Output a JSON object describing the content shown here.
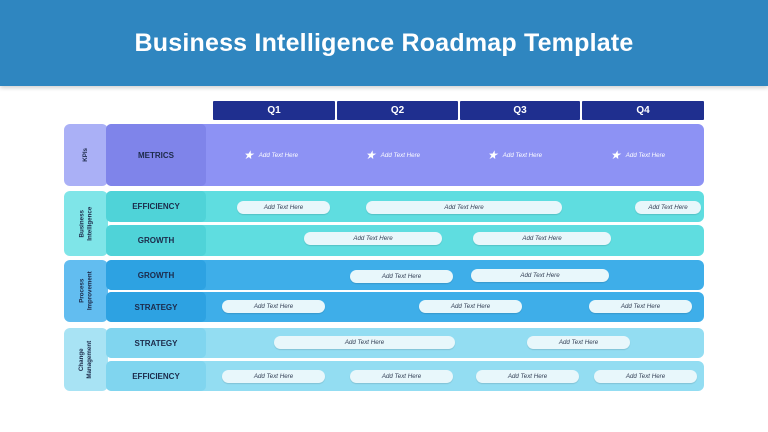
{
  "title": "Business Intelligence Roadmap Template",
  "quarters": [
    "Q1",
    "Q2",
    "Q3",
    "Q4"
  ],
  "groups": [
    {
      "label": "KPIs"
    },
    {
      "label_line1": "Business",
      "label_line2": "Intelligence"
    },
    {
      "label_line1": "Process",
      "label_line2": "Improvement"
    },
    {
      "label_line1": "Change",
      "label_line2": "Management"
    }
  ],
  "rows": {
    "metrics": {
      "label": "METRICS",
      "items": [
        "Add Text Here",
        "Add Text Here",
        "Add Text Here",
        "Add Text Here"
      ]
    },
    "bi_efficiency": {
      "label": "EFFICIENCY",
      "items": [
        "Add Text Here",
        "Add Text Here",
        "Add Text Here"
      ]
    },
    "bi_growth": {
      "label": "GROWTH",
      "items": [
        "Add Text Here",
        "Add Text Here"
      ]
    },
    "pi_growth": {
      "label": "GROWTH",
      "items": [
        "Add Text Here",
        "Add Text Here"
      ]
    },
    "pi_strategy": {
      "label": "STRATEGY",
      "items": [
        "Add Text Here",
        "Add Text Here",
        "Add Text Here"
      ]
    },
    "cm_strategy": {
      "label": "STRATEGY",
      "items": [
        "Add Text Here",
        "Add Text Here"
      ]
    },
    "cm_efficiency": {
      "label": "EFFICIENCY",
      "items": [
        "Add Text Here",
        "Add Text Here",
        "Add Text Here",
        "Add Text Here"
      ]
    }
  },
  "colors": {
    "header": "#2f86c0",
    "quarter": "#1f2f8f",
    "kpi_band": "#8d92f4",
    "bi_band": "#5fdde0",
    "pi_band": "#3eaee9",
    "cm_band": "#93ddf2"
  }
}
